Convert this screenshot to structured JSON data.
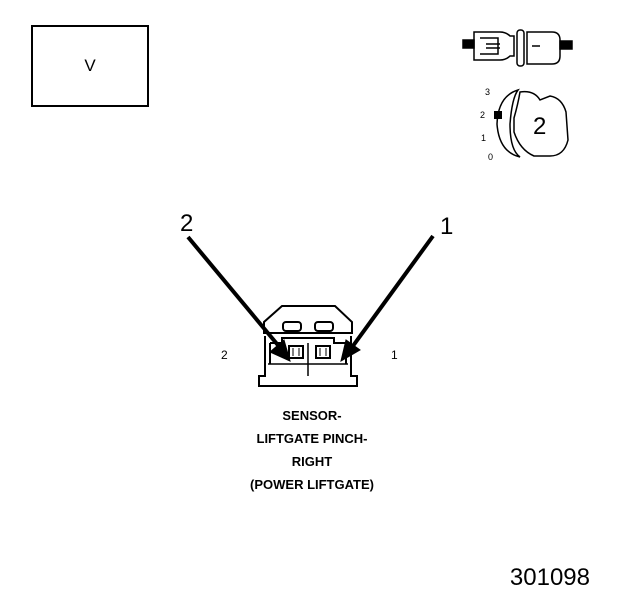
{
  "view_box_label": "V",
  "arrow_labels": {
    "left": "2",
    "right": "1"
  },
  "pin_labels": {
    "left": "2",
    "right": "1"
  },
  "caption": [
    "SENSOR-",
    "LIFTGATE PINCH-",
    "RIGHT",
    "(POWER LIFTGATE)"
  ],
  "figure_number": "301098",
  "connector_icon": {
    "number": "2",
    "positions": [
      "3",
      "2",
      "1",
      "0"
    ]
  }
}
